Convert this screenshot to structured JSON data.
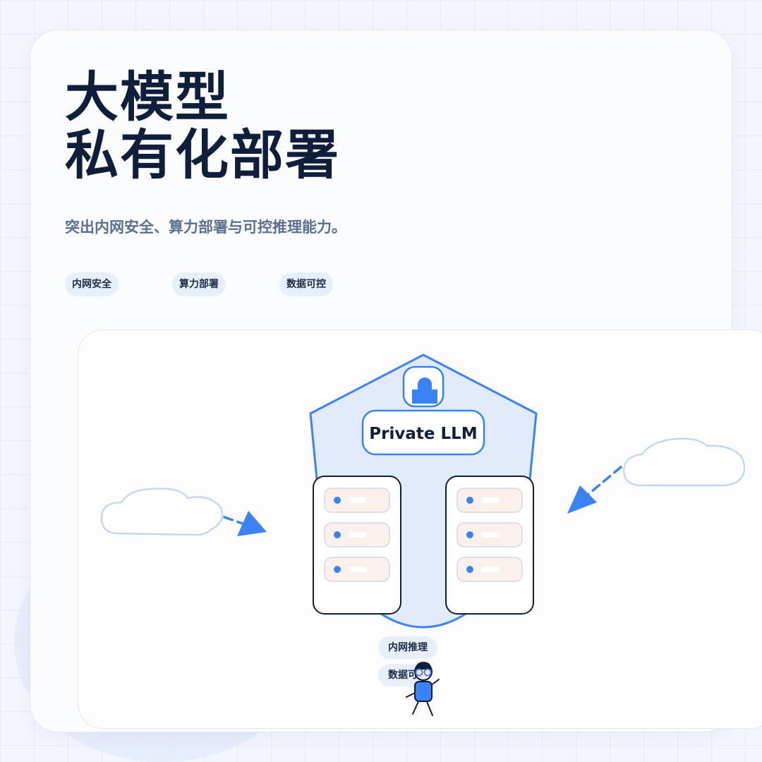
{
  "title": {
    "line1": "大模型",
    "line2": "私有化部署"
  },
  "subtitle": "突出内网安全、算力部署与可控推理能力。",
  "tags": [
    "内网安全",
    "算力部署",
    "数据可控"
  ],
  "diagram": {
    "model_label": "Private LLM",
    "pills": [
      "内网推理",
      "数据可"
    ]
  },
  "colors": {
    "accent": "#3b82f6",
    "title": "#0f1e3a",
    "subtitle": "#5b6f8e",
    "shield_fill": "#e1ebfb"
  }
}
